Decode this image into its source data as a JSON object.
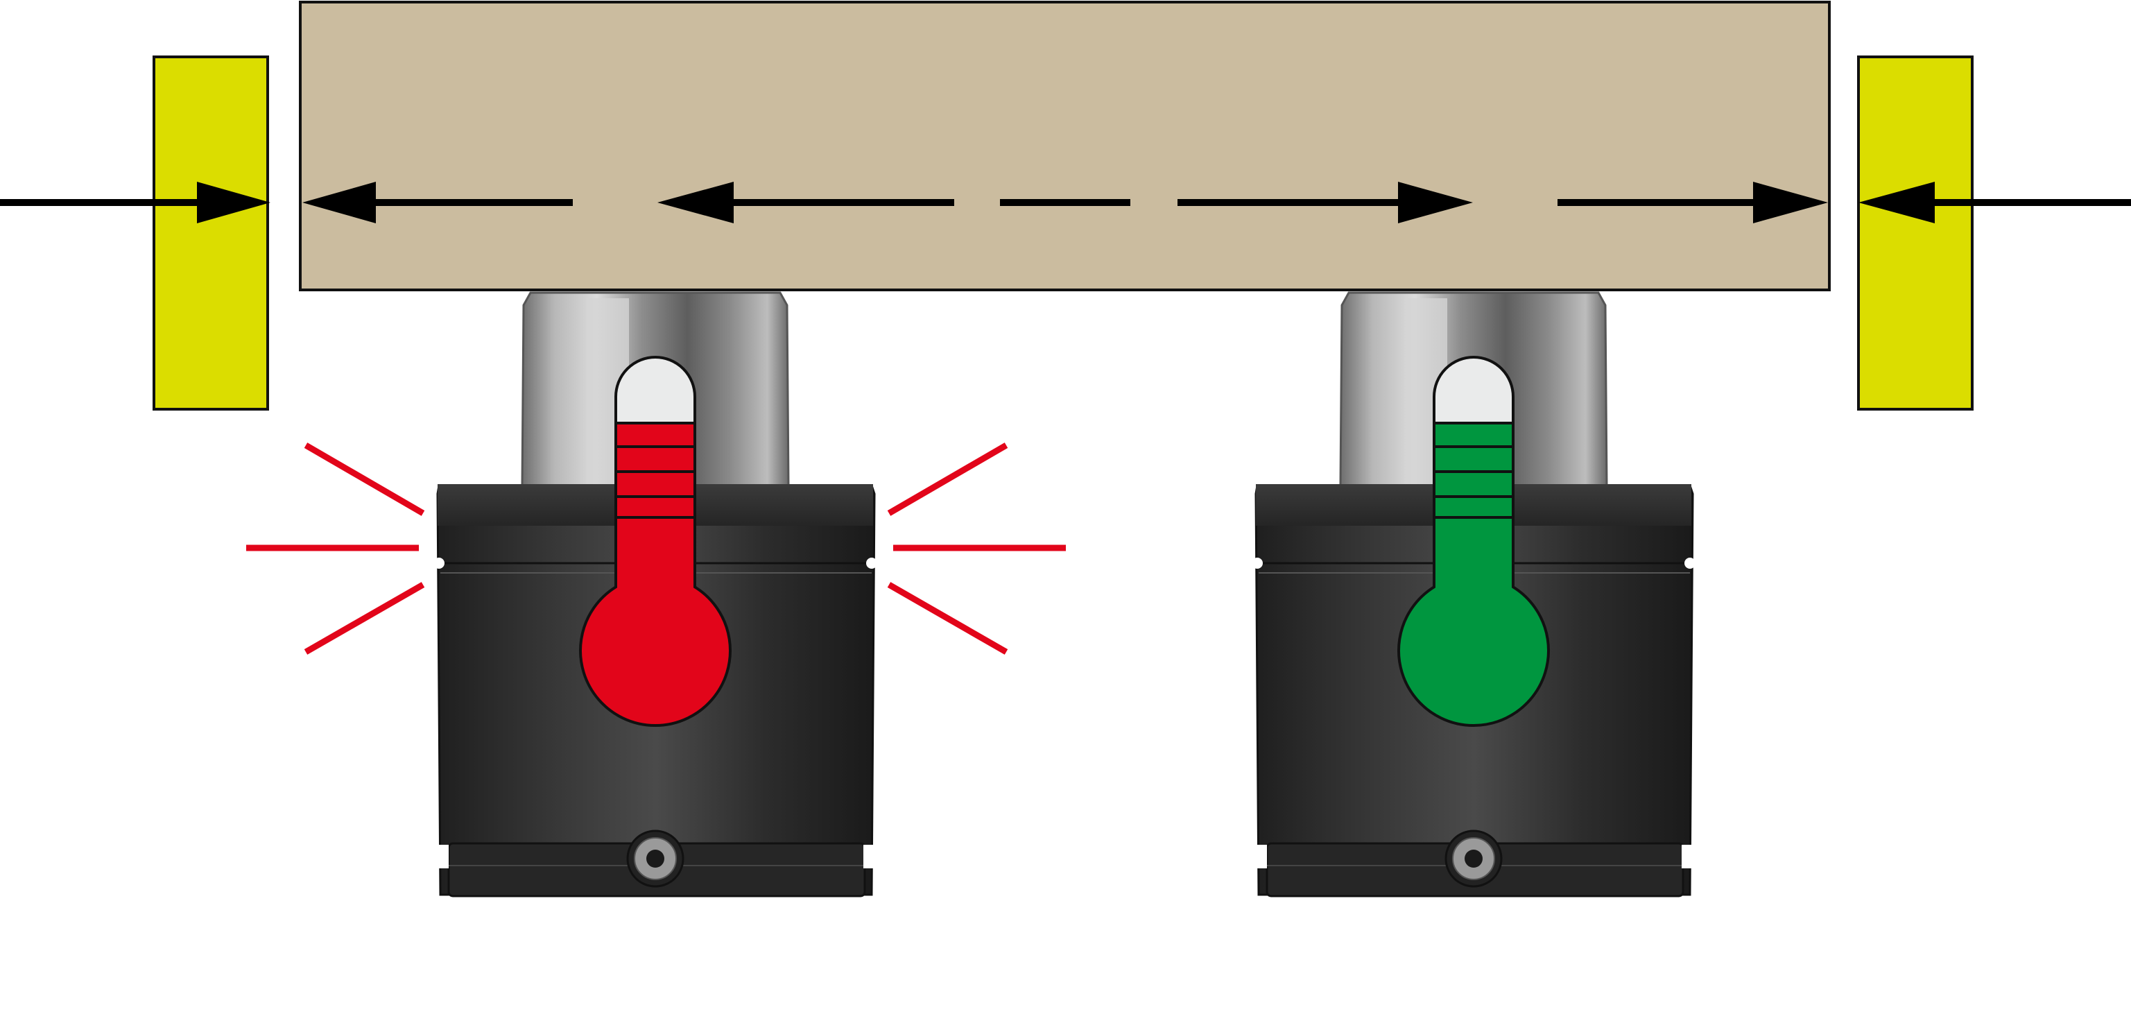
{
  "diagram": {
    "workpiece": {
      "color": "#cbbc9f",
      "stroke": "#111111",
      "icon": "workpiece-block"
    },
    "clamps": [
      {
        "id": "left",
        "color": "#dbdd00",
        "icon": "clamp-block"
      },
      {
        "id": "right",
        "color": "#dbdd00",
        "icon": "clamp-block"
      }
    ],
    "arrows": {
      "color": "#000000",
      "inward_force": "clamping-force-arrow",
      "outward_force": "thermal-expansion-arrow"
    },
    "modules": [
      {
        "id": "hot",
        "state": "overheated",
        "thermometer_color": "#e2051a",
        "thermometer_bulb_top": "#eaebeb",
        "heat_rays": true,
        "heat_ray_color": "#e2051a",
        "icon": "thermometer-hot-icon"
      },
      {
        "id": "normal",
        "state": "normal",
        "thermometer_color": "#00963f",
        "thermometer_bulb_top": "#eaebeb",
        "heat_rays": false,
        "icon": "thermometer-normal-icon"
      }
    ],
    "housing_color": "#2e2e2e"
  }
}
